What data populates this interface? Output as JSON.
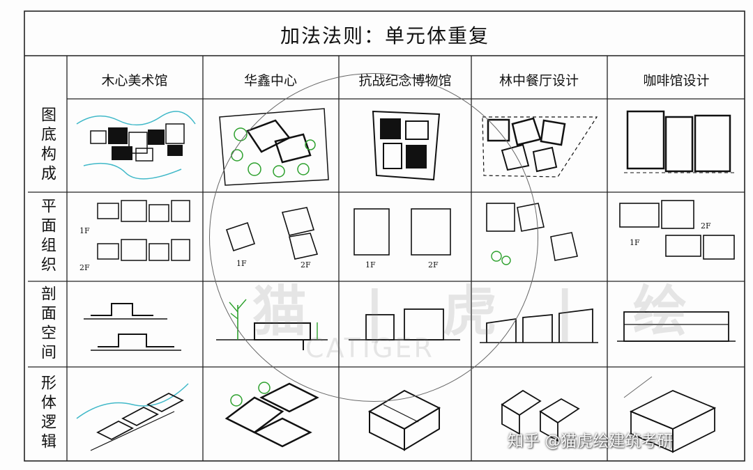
{
  "title": "加法法则：单元体重复",
  "columns": [
    {
      "label": "木心美术馆"
    },
    {
      "label": "华鑫中心"
    },
    {
      "label": "抗战纪念博物馆"
    },
    {
      "label": "林中餐厅设计"
    },
    {
      "label": "咖啡馆设计"
    }
  ],
  "rows": [
    {
      "label": "图底构成"
    },
    {
      "label": "平面组织"
    },
    {
      "label": "剖面空间"
    },
    {
      "label": "形体逻辑"
    }
  ],
  "floor_labels": {
    "f1": "1F",
    "f2": "2F"
  },
  "watermark": {
    "cn": "猫 | 虎 | 绘",
    "en": "CATIGER"
  },
  "credit": "知乎 @猫虎绘建筑考研",
  "colors": {
    "ink": "#111111",
    "green": "#2ca02c",
    "cyan": "#3fb8c8",
    "line": "#333333"
  }
}
